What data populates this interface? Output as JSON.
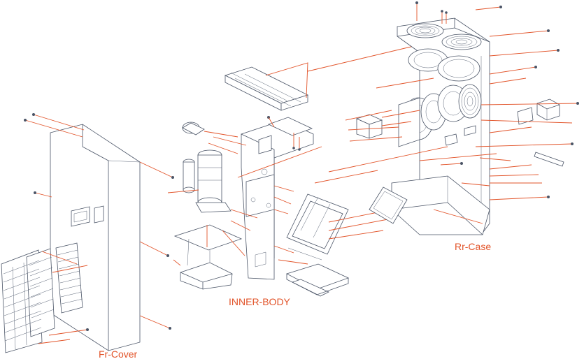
{
  "labels": {
    "fr_cover": "Fr-Cover",
    "inner_body": "INNER-BODY",
    "rr_case": "Rr-Case"
  },
  "colors": {
    "line": "#4a5466",
    "explode": "#e2542a",
    "label": "#e2542a",
    "background": "#ffffff"
  }
}
